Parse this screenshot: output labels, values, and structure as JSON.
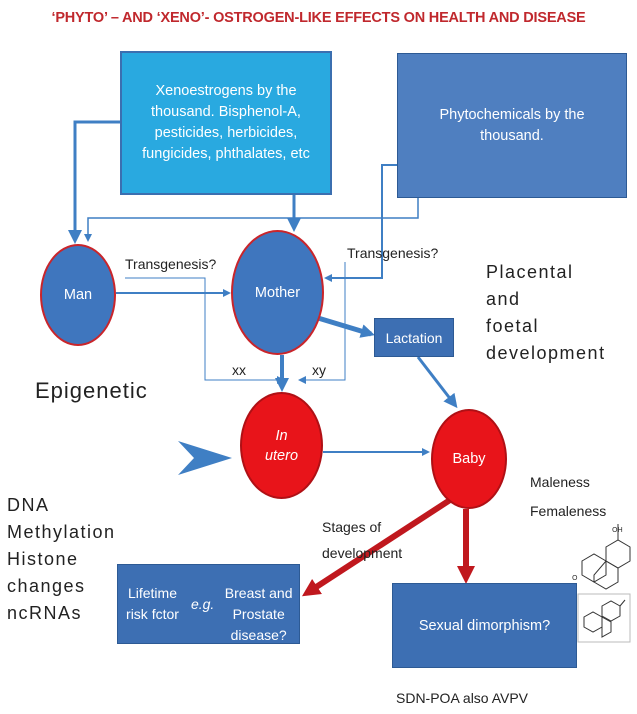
{
  "title": "‘PHYTO’ – AND ‘XENO’- OSTROGEN-LIKE EFFECTS ON HEALTH AND DISEASE",
  "boxes": {
    "xeno": "Xenoestrogens by the\nthousand. Bisphenol-A,\npesticides, herbicides,\nfungicides, phthalates, etc",
    "phyto": "Phytochemicals by the\nthousand.",
    "lactation": "Lactation",
    "risk": "Lifetime risk fctor e.g.\nBreast and Prostate\ndisease?",
    "sex": "Sexual dimorphism?"
  },
  "nodes": {
    "man": "Man",
    "mother": "Mother",
    "utero": "In\nutero",
    "baby": "Baby"
  },
  "labels": {
    "transgenesis_left": "Transgenesis?",
    "transgenesis_right": "Transgenesis?",
    "xx": "xx",
    "xy": "xy",
    "stages": "Stages of\ndevelopment",
    "maleness": "Maleness",
    "femaleness": "Femaleness",
    "sdn": "SDN-POA  also AVPV"
  },
  "text_blocks": {
    "placental": "Placental\nand\nfoetal\ndevelopment",
    "epigenetic": "Epigenetic",
    "dna": "DNA\nMethylation\nHistone\nchanges\nncRNAs"
  },
  "colors": {
    "title_red": "#c0282d",
    "arrow_blue": "#3f7fc4",
    "arrow_red": "#c0181e",
    "node_blue": "#3f76be",
    "node_red": "#e8141a"
  }
}
